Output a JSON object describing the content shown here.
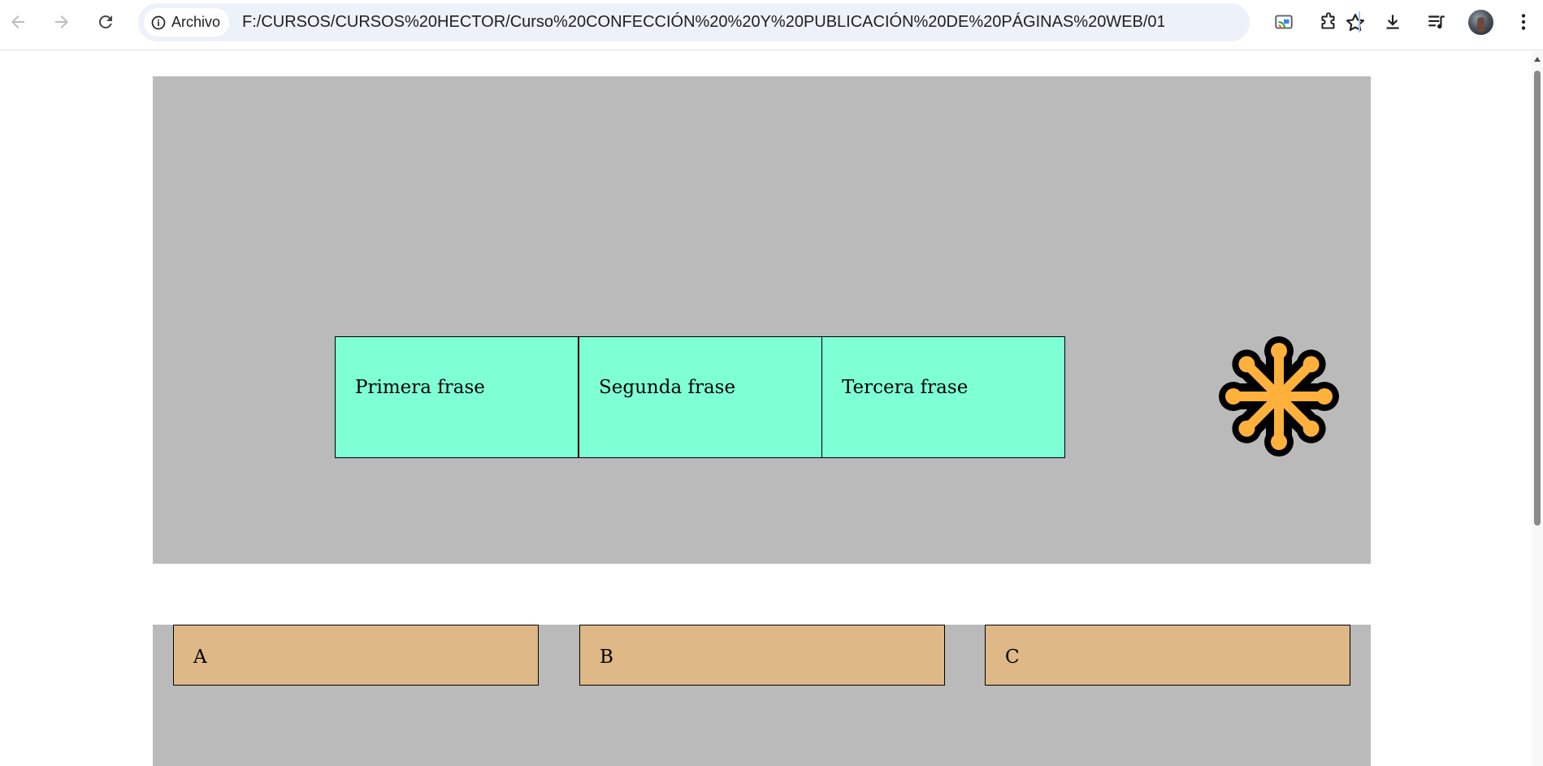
{
  "browser": {
    "site_chip_label": "Archivo",
    "url": "F:/CURSOS/CURSOS%20HECTOR/Curso%20CONFECCIÓN%20%20Y%20PUBLICACIÓN%20DE%20PÁGINAS%20WEB/01%20...",
    "icons": [
      "back-arrow-icon",
      "forward-arrow-icon",
      "reload-icon",
      "info-icon",
      "star-icon",
      "cast-icon",
      "extensions-icon",
      "download-icon",
      "media-queue-icon",
      "profile-avatar",
      "more-vert-icon"
    ]
  },
  "phrases": [
    {
      "label": "Primera frase"
    },
    {
      "label": "Segunda frase"
    },
    {
      "label": "Tercera frase"
    }
  ],
  "answers": [
    {
      "label": "A"
    },
    {
      "label": "B"
    },
    {
      "label": "C"
    }
  ],
  "colors": {
    "stage_bg": "#bababa",
    "phrase_bg": "#7fffd4",
    "answer_bg": "#deb887",
    "burst_fill": "#ffb13b",
    "burst_outline": "#000000"
  }
}
